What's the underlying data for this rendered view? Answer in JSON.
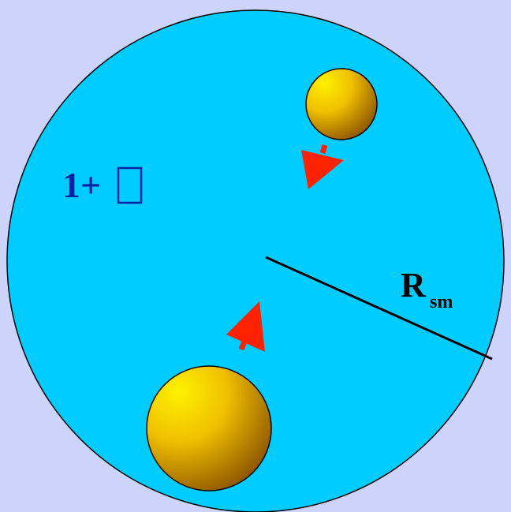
{
  "colors": {
    "background": "#ccd4fc",
    "sphere_fill": "#00ccff",
    "outline": "#000000",
    "arrow": "#ff2200",
    "label_primary": "#0a22a0",
    "radius_label": "#000000",
    "ball_light": "#fff200",
    "ball_mid": "#f0c000",
    "ball_dark": "#8a5200"
  },
  "labels": {
    "delta_label": "1+",
    "delta_symbol_glyph": "missing-glyph-box",
    "radius_main": "R",
    "radius_sub": "sm"
  },
  "icons": {
    "small_ball": "small-gold-sphere",
    "large_ball": "large-gold-sphere",
    "arrow_small": "velocity-arrow-down",
    "arrow_large": "velocity-arrow-up",
    "radius_line": "radius-line"
  }
}
